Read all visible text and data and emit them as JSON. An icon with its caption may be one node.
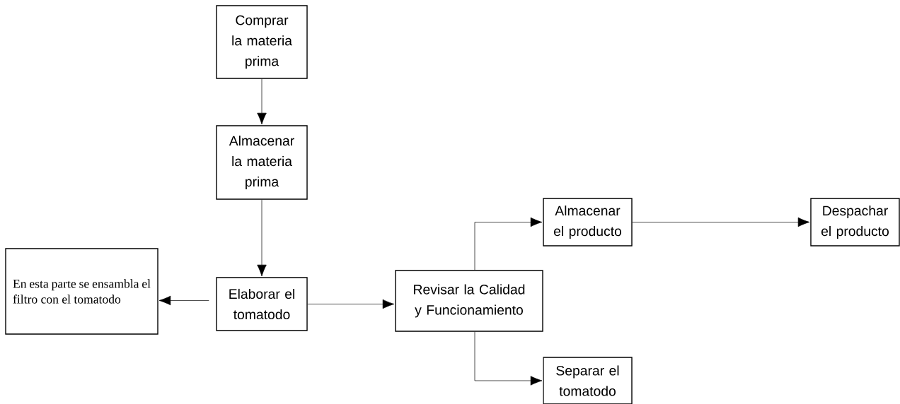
{
  "diagram": {
    "nodes": [
      {
        "text": [
          "Comprar la materia prima"
        ]
      },
      {
        "text": [
          "Almacenar la materia prima"
        ]
      },
      {
        "text": [
          "Elaborar el tomatodo"
        ]
      },
      {
        "text": [
          "En esta parte se ensambla el filtro con el tomatodo"
        ]
      },
      {
        "text": [
          "Revisar la Calidad y Funcionamiento"
        ]
      },
      {
        "text": [
          "Almacenar el producto"
        ]
      },
      {
        "text": [
          "Despachar el producto"
        ]
      },
      {
        "text": [
          "Separar el tomatodo"
        ]
      }
    ],
    "edges": [
      {
        "from": 0,
        "to": 1,
        "arrow": "to"
      },
      {
        "from": 1,
        "to": 2,
        "arrow": "to"
      },
      {
        "from": 2,
        "to": 3,
        "arrow": "to"
      },
      {
        "from": 2,
        "to": 4,
        "arrow": "to"
      },
      {
        "from": 4,
        "to": 5,
        "arrow": "to"
      },
      {
        "from": 4,
        "to": 7,
        "arrow": "to"
      },
      {
        "from": 5,
        "to": 6,
        "arrow": "to"
      }
    ]
  }
}
